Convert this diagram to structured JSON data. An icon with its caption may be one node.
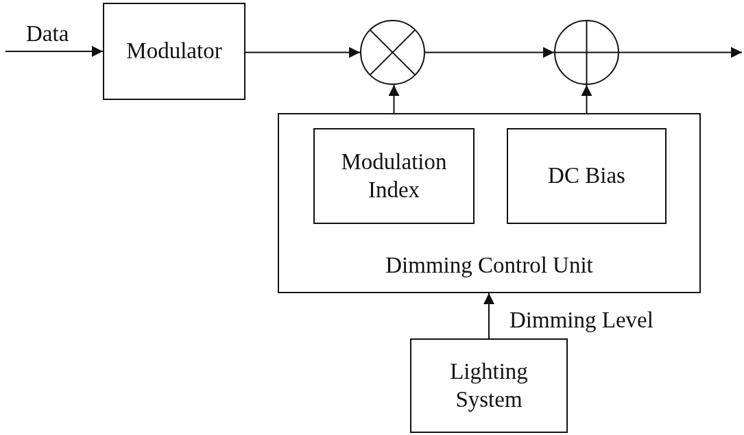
{
  "diagram": {
    "nodes": [
      {
        "text": [
          "Modulator"
        ]
      },
      {
        "text": [],
        "shape": "circle"
      },
      {
        "text": [],
        "shape": "circle"
      },
      {
        "text": [
          "Dimming Control Unit"
        ]
      },
      {
        "text": [
          "Modulation Index"
        ],
        "in": 3
      },
      {
        "text": [
          "DC Bias"
        ],
        "in": 3
      },
      {
        "text": [
          "Lighting System"
        ]
      }
    ],
    "edges": [
      {
        "from": null,
        "to": 0,
        "arrow": "to",
        "label": "Data"
      },
      {
        "from": 0,
        "to": 1,
        "arrow": "to"
      },
      {
        "from": 1,
        "to": 2,
        "arrow": "to"
      },
      {
        "from": 2,
        "to": null,
        "arrow": "to"
      },
      {
        "from": 4,
        "to": 1,
        "arrow": "to"
      },
      {
        "from": 5,
        "to": 2,
        "arrow": "to"
      },
      {
        "from": 6,
        "to": 3,
        "arrow": "to",
        "label": "Dimming Level"
      }
    ]
  }
}
